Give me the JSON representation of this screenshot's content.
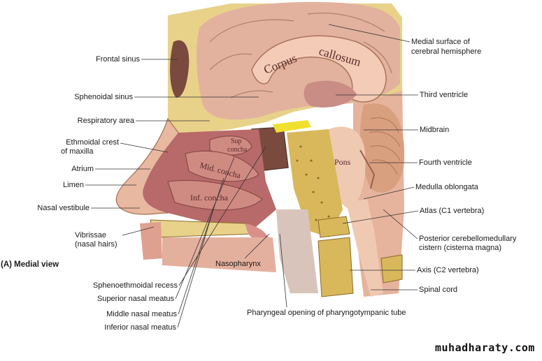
{
  "figure": {
    "panel_label": "(A) Medial view",
    "watermark": "muhadharaty.com",
    "in_image_text": {
      "corpus": "Corpus",
      "callosum": "callosum",
      "pons": "Pons",
      "sup_concha_1": "Sup",
      "sup_concha_2": "concha",
      "mid_concha": "Mid. concha",
      "inf_concha": "Inf. concha"
    },
    "labels_left": {
      "frontal_sinus": "Frontal sinus",
      "sphenoidal_sinus": "Sphenoidal sinus",
      "respiratory_area": "Respiratory area",
      "ethmoidal_crest_1": "Ethmoidal crest",
      "ethmoidal_crest_2": "of maxilla",
      "atrium": "Atrium",
      "limen": "Limen",
      "nasal_vestibule": "Nasal vestibule",
      "vibrissae_1": "Vibrissae",
      "vibrissae_2": "(nasal hairs)"
    },
    "labels_bottom": {
      "sphenoethmoidal_recess": "Sphenoethmoidal recess",
      "superior_nasal_meatus": "Superior nasal meatus",
      "middle_nasal_meatus": "Middle nasal meatus",
      "inferior_nasal_meatus": "Inferior nasal meatus",
      "nasopharynx": "Nasopharynx",
      "pharyngeal_opening": "Pharyngeal opening of pharyngotympanic tube"
    },
    "labels_right": {
      "medial_surface_1": "Medial surface of",
      "medial_surface_2": "cerebral hemisphere",
      "third_ventricle": "Third ventricle",
      "midbrain": "Midbrain",
      "fourth_ventricle": "Fourth ventricle",
      "medulla_oblongata": "Medulla oblongata",
      "atlas": "Atlas (C1 vertebra)",
      "posterior_cistern_1": "Posterior cerebellomedullary",
      "posterior_cistern_2": "cistern (cisterna magna)",
      "axis": "Axis (C2 vertebra)",
      "spinal_cord": "Spinal cord"
    }
  }
}
